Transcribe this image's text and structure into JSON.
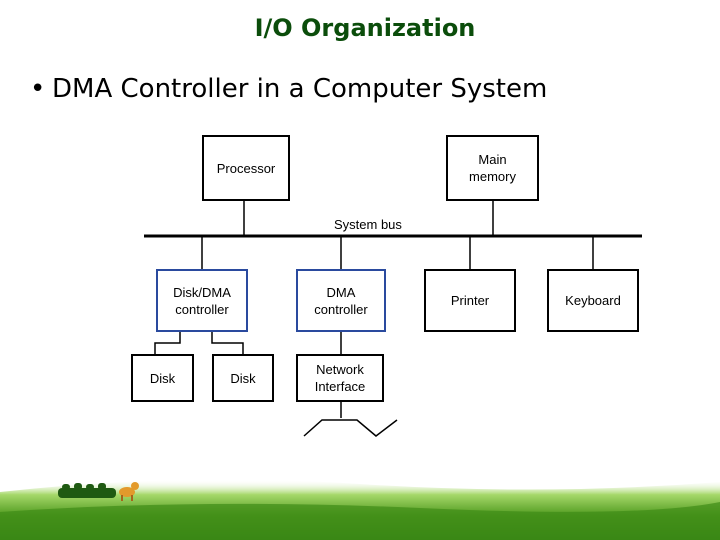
{
  "slide": {
    "title": "I/O Organization",
    "bullet": "DMA Controller in a Computer System"
  },
  "diagram": {
    "processor": "Processor",
    "main_memory": "Main\nmemory",
    "system_bus": "System bus",
    "disk_dma_controller": "Disk/DMA\ncontroller",
    "dma_controller": "DMA\ncontroller",
    "printer": "Printer",
    "keyboard": "Keyboard",
    "disk_1": "Disk",
    "disk_2": "Disk",
    "network_interface": "Network\nInterface"
  },
  "colors": {
    "title": "#0b4d0b",
    "dma_box_border": "#2a4a9e",
    "grass_dark": "#2e7d12",
    "grass_light": "#8fd04a"
  }
}
